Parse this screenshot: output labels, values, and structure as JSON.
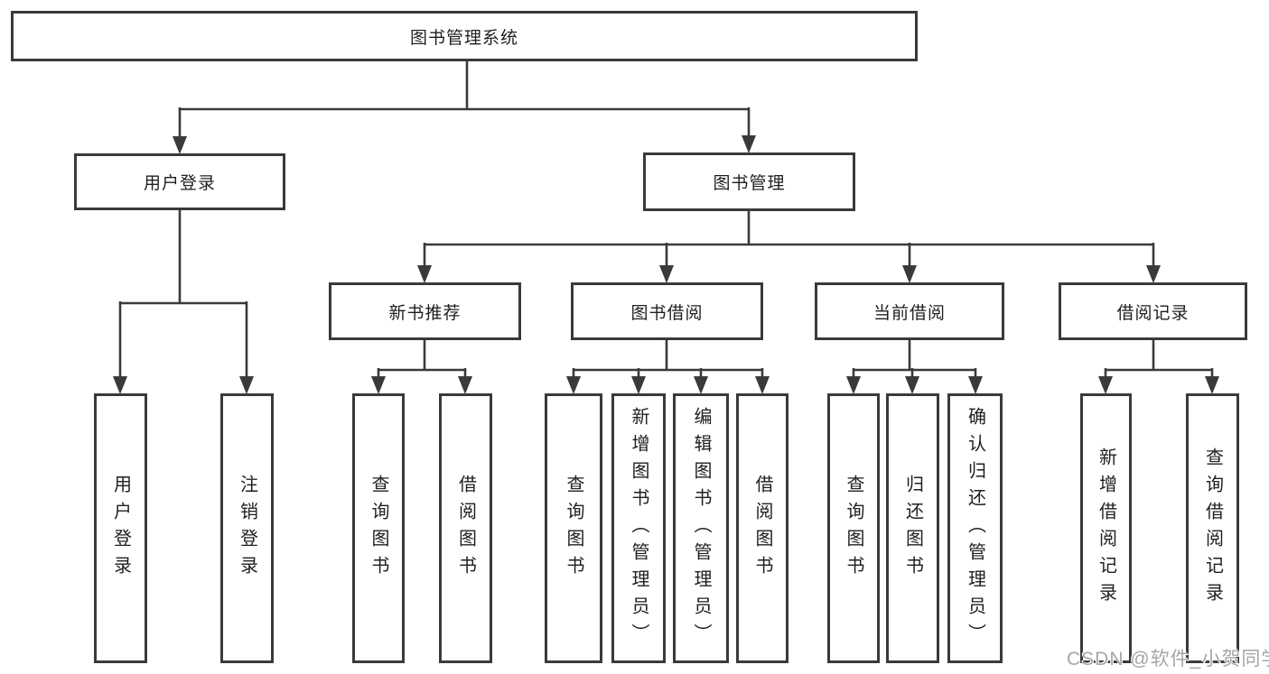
{
  "diagram": {
    "type": "hierarchy-tree",
    "orientation": "top-down"
  },
  "tree": {
    "label": "图书管理系统",
    "children": [
      {
        "label": "用户登录",
        "children": [
          {
            "label": "用户登录"
          },
          {
            "label": "注销登录"
          }
        ]
      },
      {
        "label": "图书管理",
        "children": [
          {
            "label": "新书推荐",
            "children": [
              {
                "label": "查询图书"
              },
              {
                "label": "借阅图书"
              }
            ]
          },
          {
            "label": "图书借阅",
            "children": [
              {
                "label": "查询图书"
              },
              {
                "label": "新增图书（管理员）"
              },
              {
                "label": "编辑图书（管理员）"
              },
              {
                "label": "借阅图书"
              }
            ]
          },
          {
            "label": "当前借阅",
            "children": [
              {
                "label": "查询图书"
              },
              {
                "label": "归还图书"
              },
              {
                "label": "确认归还（管理员）"
              }
            ]
          },
          {
            "label": "借阅记录",
            "children": [
              {
                "label": "新增借阅记录"
              },
              {
                "label": "查询借阅记录"
              }
            ]
          }
        ]
      }
    ]
  },
  "watermark": {
    "text": "CSDN @软件_小贺同学"
  },
  "colors": {
    "line": "#3a3a3a",
    "node_border": "#3a3a3a",
    "node_text": "#1f1f1f",
    "watermark": "#a6a6a6",
    "background": "#ffffff"
  }
}
